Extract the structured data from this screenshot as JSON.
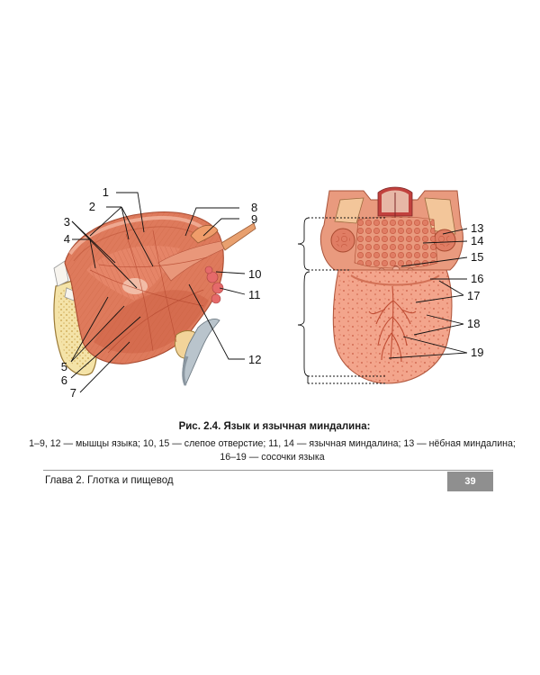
{
  "figure": {
    "left_labels": [
      "1",
      "2",
      "3",
      "4",
      "5",
      "6",
      "7",
      "8",
      "9",
      "10",
      "11",
      "12"
    ],
    "right_labels": [
      "13",
      "14",
      "15",
      "16",
      "17",
      "18",
      "19"
    ]
  },
  "caption": {
    "title": "Рис. 2.4. Язык и язычная миндалина:",
    "line1": "1–9, 12 — мышцы языка; 10, 15 — слепое отверстие; 11, 14 — язычная миндалина; 13 — нёбная миндалина;",
    "line2": "16–19 — сосочки языка"
  },
  "footer": {
    "chapter": "Глава 2. Глотка и пищевод",
    "page_number": "39"
  }
}
